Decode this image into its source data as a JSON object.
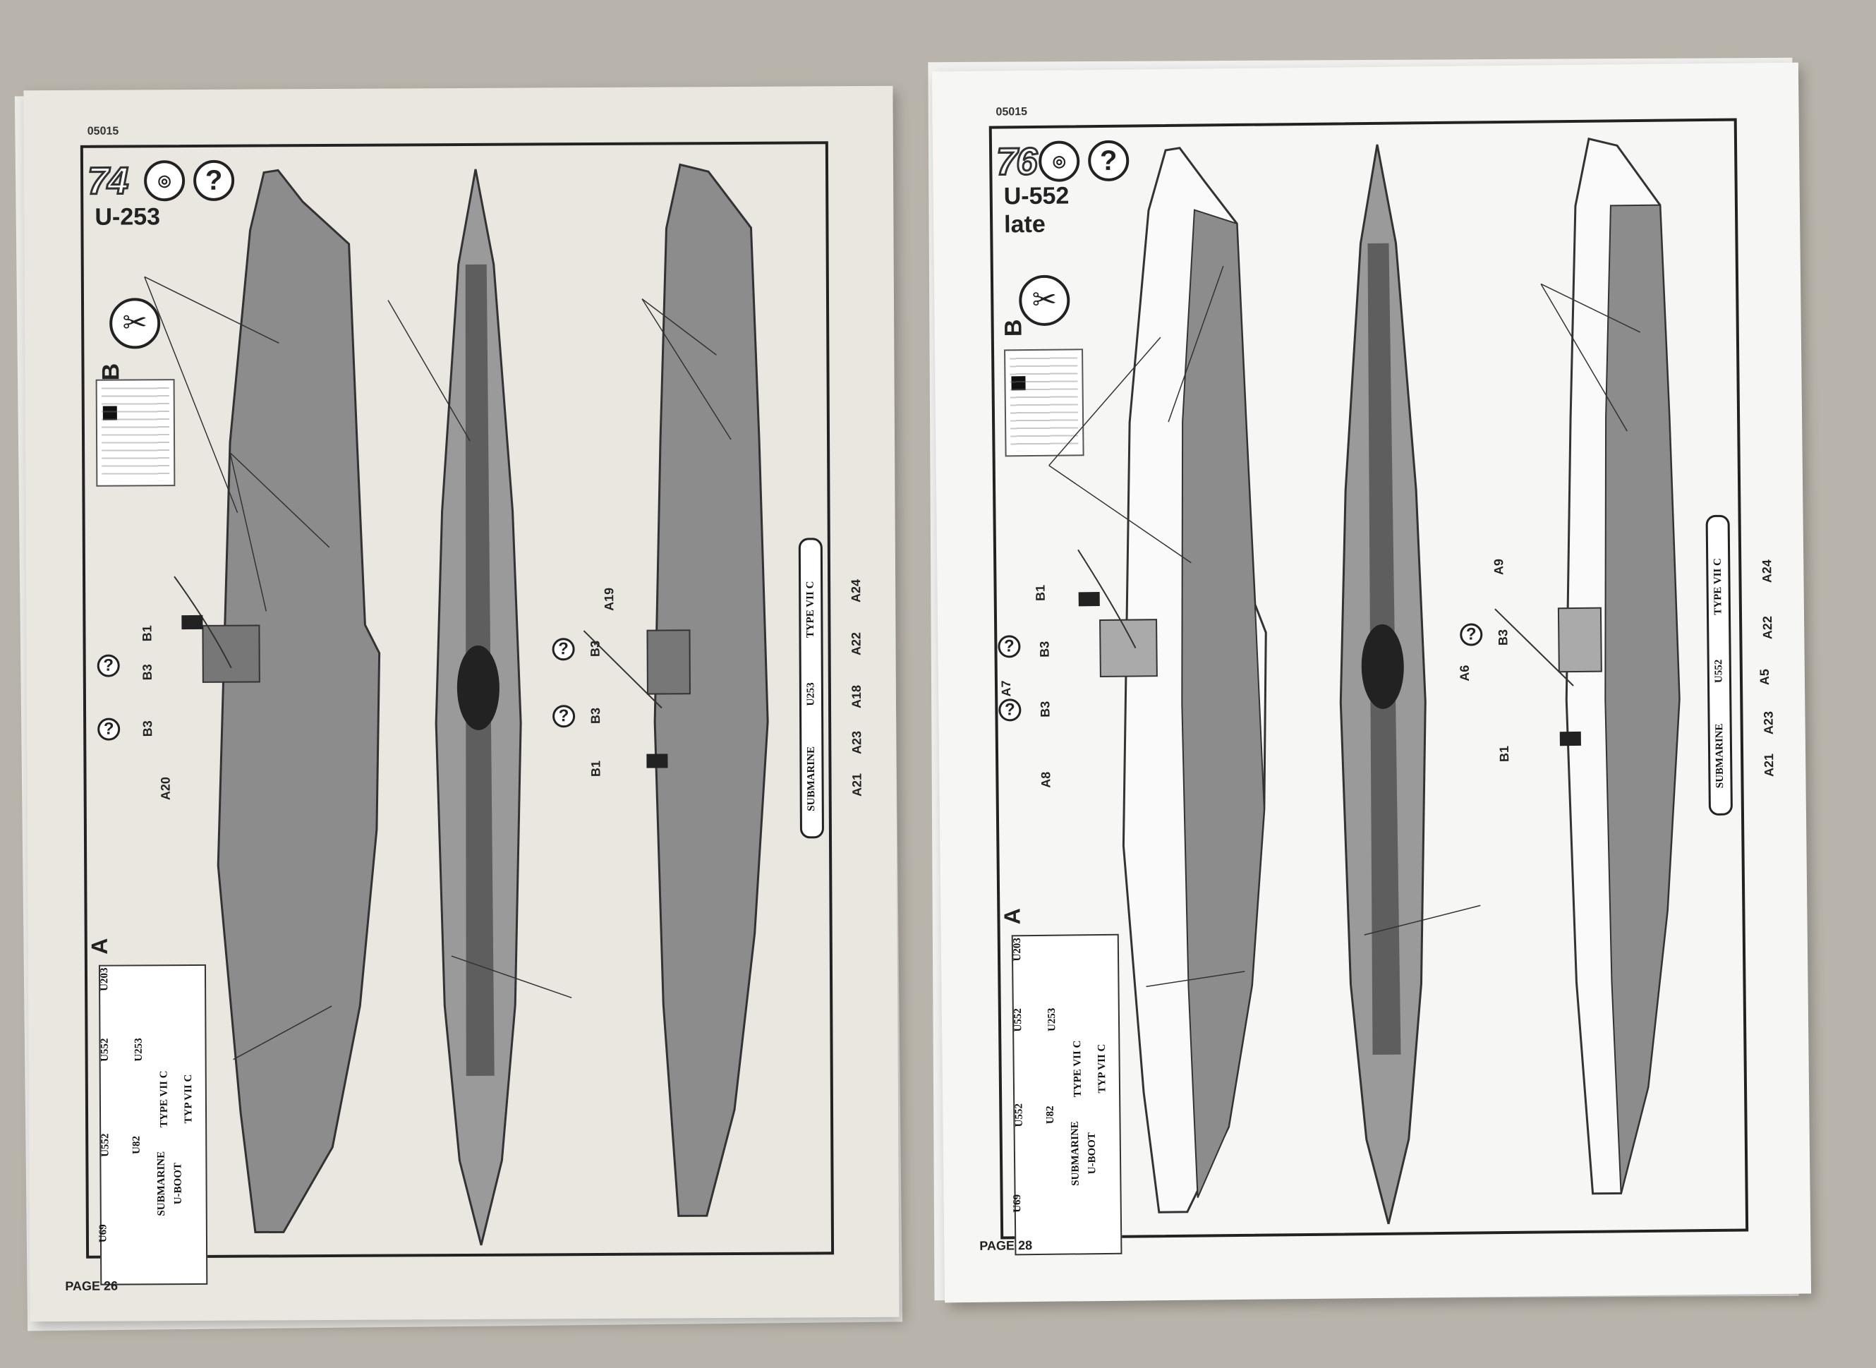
{
  "left_page": {
    "code": "05015",
    "step": "74",
    "help_icon": "question-mark-icon",
    "title": "U-253",
    "decal_sheet_letter": "B",
    "paint_letter": "A",
    "callouts": [
      "B1",
      "B3",
      "B3",
      "A20",
      "A19",
      "B3",
      "B3",
      "B1",
      "A18",
      "A21",
      "A22",
      "A23",
      "A24"
    ],
    "plate_text_1": "SUBMARINE",
    "plate_text_2": "U253",
    "plate_text_3": "TYPE VII C",
    "decals": [
      "U69",
      "U552",
      "U82",
      "U552",
      "U253",
      "U203",
      "SUBMARINE",
      "TYPE VII C",
      "U-BOOT",
      "TYP VII C"
    ],
    "page": "PAGE 26"
  },
  "right_page": {
    "code": "05015",
    "step": "76",
    "help_icon": "question-mark-icon",
    "title": "U-552",
    "subtitle": "late",
    "decal_sheet_letter": "B",
    "paint_letter": "A",
    "callouts": [
      "B1",
      "B3",
      "A7",
      "B3",
      "A8",
      "A9",
      "A6",
      "B3",
      "B1",
      "A5",
      "A21",
      "A22",
      "A23",
      "A24"
    ],
    "plate_text_1": "SUBMARINE",
    "plate_text_2": "U552",
    "plate_text_3": "TYPE VII C",
    "decals": [
      "U69",
      "U552",
      "U82",
      "U552",
      "U253",
      "U203",
      "SUBMARINE",
      "TYPE VII C",
      "U-BOOT",
      "TYP VII C"
    ],
    "page": "PAGE 28"
  },
  "colors": {
    "background": "#b9b4ab",
    "paper_left": "#e9e7e0",
    "paper_right": "#f6f6f4",
    "hull_grey": "#8c8c8c",
    "ink": "#222222"
  }
}
